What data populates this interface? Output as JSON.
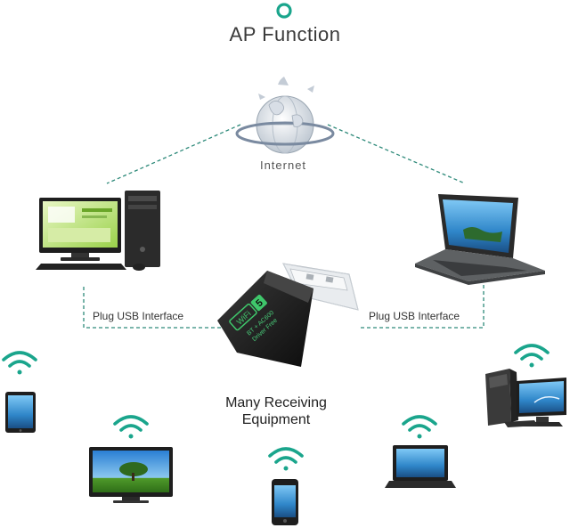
{
  "title": "AP Function",
  "internet_label": "Internet",
  "plug_left_label": "Plug USB Interface",
  "plug_right_label": "Plug USB Interface",
  "adapter_marking": {
    "brand": "WiFi",
    "number": "5",
    "line1": "BT + AC600",
    "line2": "Driver Free"
  },
  "receiving_label_line1": "Many Receiving",
  "receiving_label_line2": "Equipment",
  "colors": {
    "accent_teal": "#1aa58c",
    "dashed_line": "#2e8a7a",
    "device_black": "#1e1e1e"
  },
  "icons": [
    "circle-ring-icon",
    "globe-icon",
    "desktop-computer-icon",
    "laptop-icon",
    "usb-adapter-icon",
    "wifi-signal-icon",
    "tablet-icon",
    "tv-icon",
    "smartphone-icon",
    "pc-tower-monitor-icon"
  ]
}
